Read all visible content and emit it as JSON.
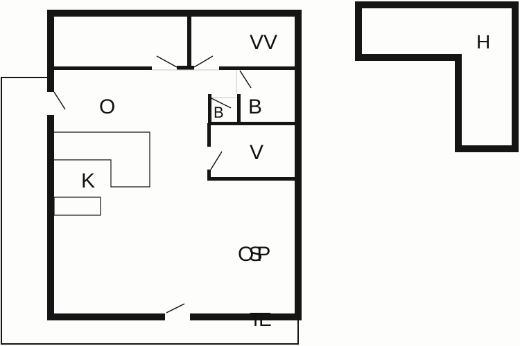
{
  "colors": {
    "wall": "#151515",
    "background": "#fdfdfb",
    "gap": "#c8c8c8"
  },
  "rooms": {
    "vv": "VV",
    "o": "O",
    "b_large": "B",
    "b_small": "B",
    "v": "V",
    "k": "K",
    "osp": "OSP",
    "te": "TE",
    "h": "H"
  }
}
